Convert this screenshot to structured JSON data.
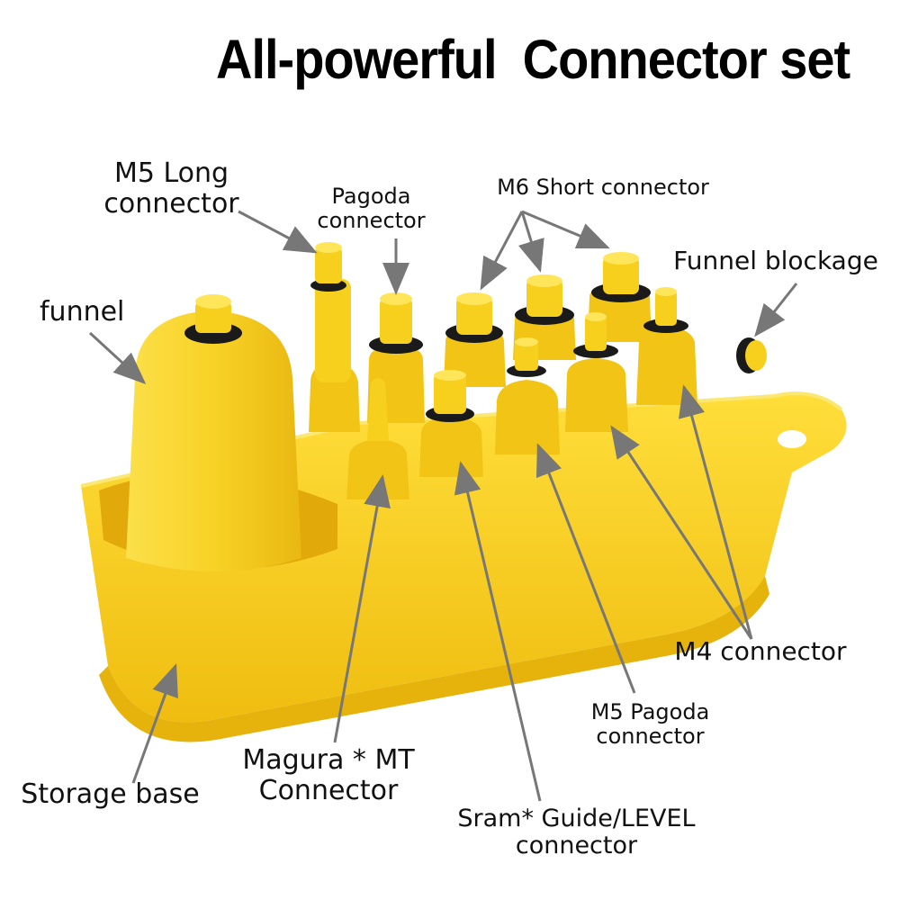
{
  "title": "All-powerful  Connector set",
  "colors": {
    "plastic": "#f7cf1d",
    "plastic_shadow": "#e8b30c",
    "plastic_highlight": "#ffe55a",
    "oring": "#1a1a1a",
    "leader_line": "#777777",
    "text": "#111111"
  },
  "labels": {
    "m5_long": {
      "line1": "M5 Long",
      "line2": "connector"
    },
    "pagoda": {
      "line1": "Pagoda",
      "line2": "connector"
    },
    "m6_short": "M6 Short connector",
    "funnel_blockage": "Funnel blockage",
    "funnel": "funnel",
    "m4": "M4 connector",
    "m5_pagoda": {
      "line1": "M5 Pagoda",
      "line2": "connector"
    },
    "magura": {
      "line1": "Magura * MT",
      "line2": "Connector"
    },
    "storage_base": "Storage base",
    "sram": {
      "line1": "Sram* Guide/LEVEL",
      "line2": "connector"
    }
  }
}
